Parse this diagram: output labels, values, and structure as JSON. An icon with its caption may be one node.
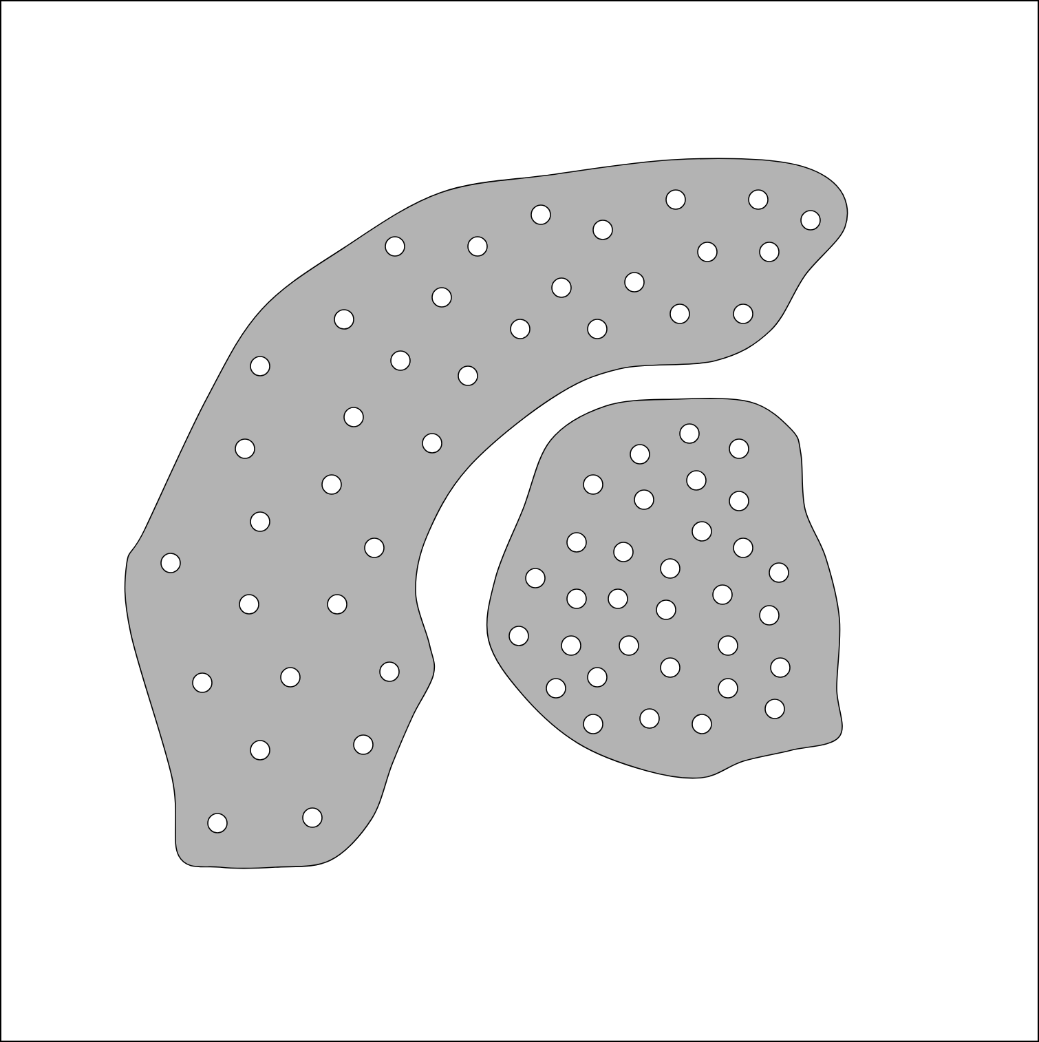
{
  "diagram": {
    "nodes": [
      {
        "text": [],
        "shape": "blob"
      },
      {
        "text": [],
        "shape": "circle",
        "in": 0
      },
      {
        "text": [],
        "shape": "circle",
        "in": 0
      },
      {
        "text": [],
        "shape": "circle",
        "in": 0
      },
      {
        "text": [],
        "shape": "circle",
        "in": 0
      },
      {
        "text": [],
        "shape": "circle",
        "in": 0
      },
      {
        "text": [],
        "shape": "circle",
        "in": 0
      },
      {
        "text": [],
        "shape": "circle",
        "in": 0
      },
      {
        "text": [],
        "shape": "circle",
        "in": 0
      },
      {
        "text": [],
        "shape": "circle",
        "in": 0
      },
      {
        "text": [],
        "shape": "circle",
        "in": 0
      },
      {
        "text": [],
        "shape": "circle",
        "in": 0
      },
      {
        "text": [],
        "shape": "circle",
        "in": 0
      },
      {
        "text": [],
        "shape": "circle",
        "in": 0
      },
      {
        "text": [],
        "shape": "circle",
        "in": 0
      },
      {
        "text": [],
        "shape": "circle",
        "in": 0
      },
      {
        "text": [],
        "shape": "circle",
        "in": 0
      },
      {
        "text": [],
        "shape": "circle",
        "in": 0
      },
      {
        "text": [],
        "shape": "circle",
        "in": 0
      },
      {
        "text": [],
        "shape": "circle",
        "in": 0
      },
      {
        "text": [],
        "shape": "circle",
        "in": 0
      },
      {
        "text": [],
        "shape": "circle",
        "in": 0
      },
      {
        "text": [],
        "shape": "circle",
        "in": 0
      },
      {
        "text": [],
        "shape": "circle",
        "in": 0
      },
      {
        "text": [],
        "shape": "circle",
        "in": 0
      },
      {
        "text": [],
        "shape": "circle",
        "in": 0
      },
      {
        "text": [],
        "shape": "circle",
        "in": 0
      },
      {
        "text": [],
        "shape": "circle",
        "in": 0
      },
      {
        "text": [],
        "shape": "circle",
        "in": 0
      },
      {
        "text": [],
        "shape": "circle",
        "in": 0
      },
      {
        "text": [],
        "shape": "circle",
        "in": 0
      },
      {
        "text": [],
        "shape": "circle",
        "in": 0
      },
      {
        "text": [],
        "shape": "circle",
        "in": 0
      },
      {
        "text": [],
        "shape": "circle",
        "in": 0
      },
      {
        "text": [],
        "shape": "circle",
        "in": 0
      },
      {
        "text": [],
        "shape": "circle",
        "in": 0
      },
      {
        "text": [],
        "shape": "circle",
        "in": 0
      },
      {
        "text": [],
        "shape": "blob"
      },
      {
        "text": [],
        "shape": "circle",
        "in": 37
      },
      {
        "text": [],
        "shape": "circle",
        "in": 37
      },
      {
        "text": [],
        "shape": "circle",
        "in": 37
      },
      {
        "text": [],
        "shape": "circle",
        "in": 37
      },
      {
        "text": [],
        "shape": "circle",
        "in": 37
      },
      {
        "text": [],
        "shape": "circle",
        "in": 37
      },
      {
        "text": [],
        "shape": "circle",
        "in": 37
      },
      {
        "text": [],
        "shape": "circle",
        "in": 37
      },
      {
        "text": [],
        "shape": "circle",
        "in": 37
      },
      {
        "text": [],
        "shape": "circle",
        "in": 37
      },
      {
        "text": [],
        "shape": "circle",
        "in": 37
      },
      {
        "text": [],
        "shape": "circle",
        "in": 37
      },
      {
        "text": [],
        "shape": "circle",
        "in": 37
      },
      {
        "text": [],
        "shape": "circle",
        "in": 37
      },
      {
        "text": [],
        "shape": "circle",
        "in": 37
      },
      {
        "text": [],
        "shape": "circle",
        "in": 37
      },
      {
        "text": [],
        "shape": "circle",
        "in": 37
      },
      {
        "text": [],
        "shape": "circle",
        "in": 37
      },
      {
        "text": [],
        "shape": "circle",
        "in": 37
      },
      {
        "text": [],
        "shape": "circle",
        "in": 37
      },
      {
        "text": [],
        "shape": "circle",
        "in": 37
      },
      {
        "text": [],
        "shape": "circle",
        "in": 37
      },
      {
        "text": [],
        "shape": "circle",
        "in": 37
      },
      {
        "text": [],
        "shape": "circle",
        "in": 37
      },
      {
        "text": [],
        "shape": "circle",
        "in": 37
      },
      {
        "text": [],
        "shape": "circle",
        "in": 37
      },
      {
        "text": [],
        "shape": "circle",
        "in": 37
      },
      {
        "text": [],
        "shape": "circle",
        "in": 37
      },
      {
        "text": [],
        "shape": "circle",
        "in": 37
      },
      {
        "text": [],
        "shape": "circle",
        "in": 37
      },
      {
        "text": [],
        "shape": "circle",
        "in": 37
      },
      {
        "text": [],
        "shape": "circle",
        "in": 37
      }
    ]
  }
}
